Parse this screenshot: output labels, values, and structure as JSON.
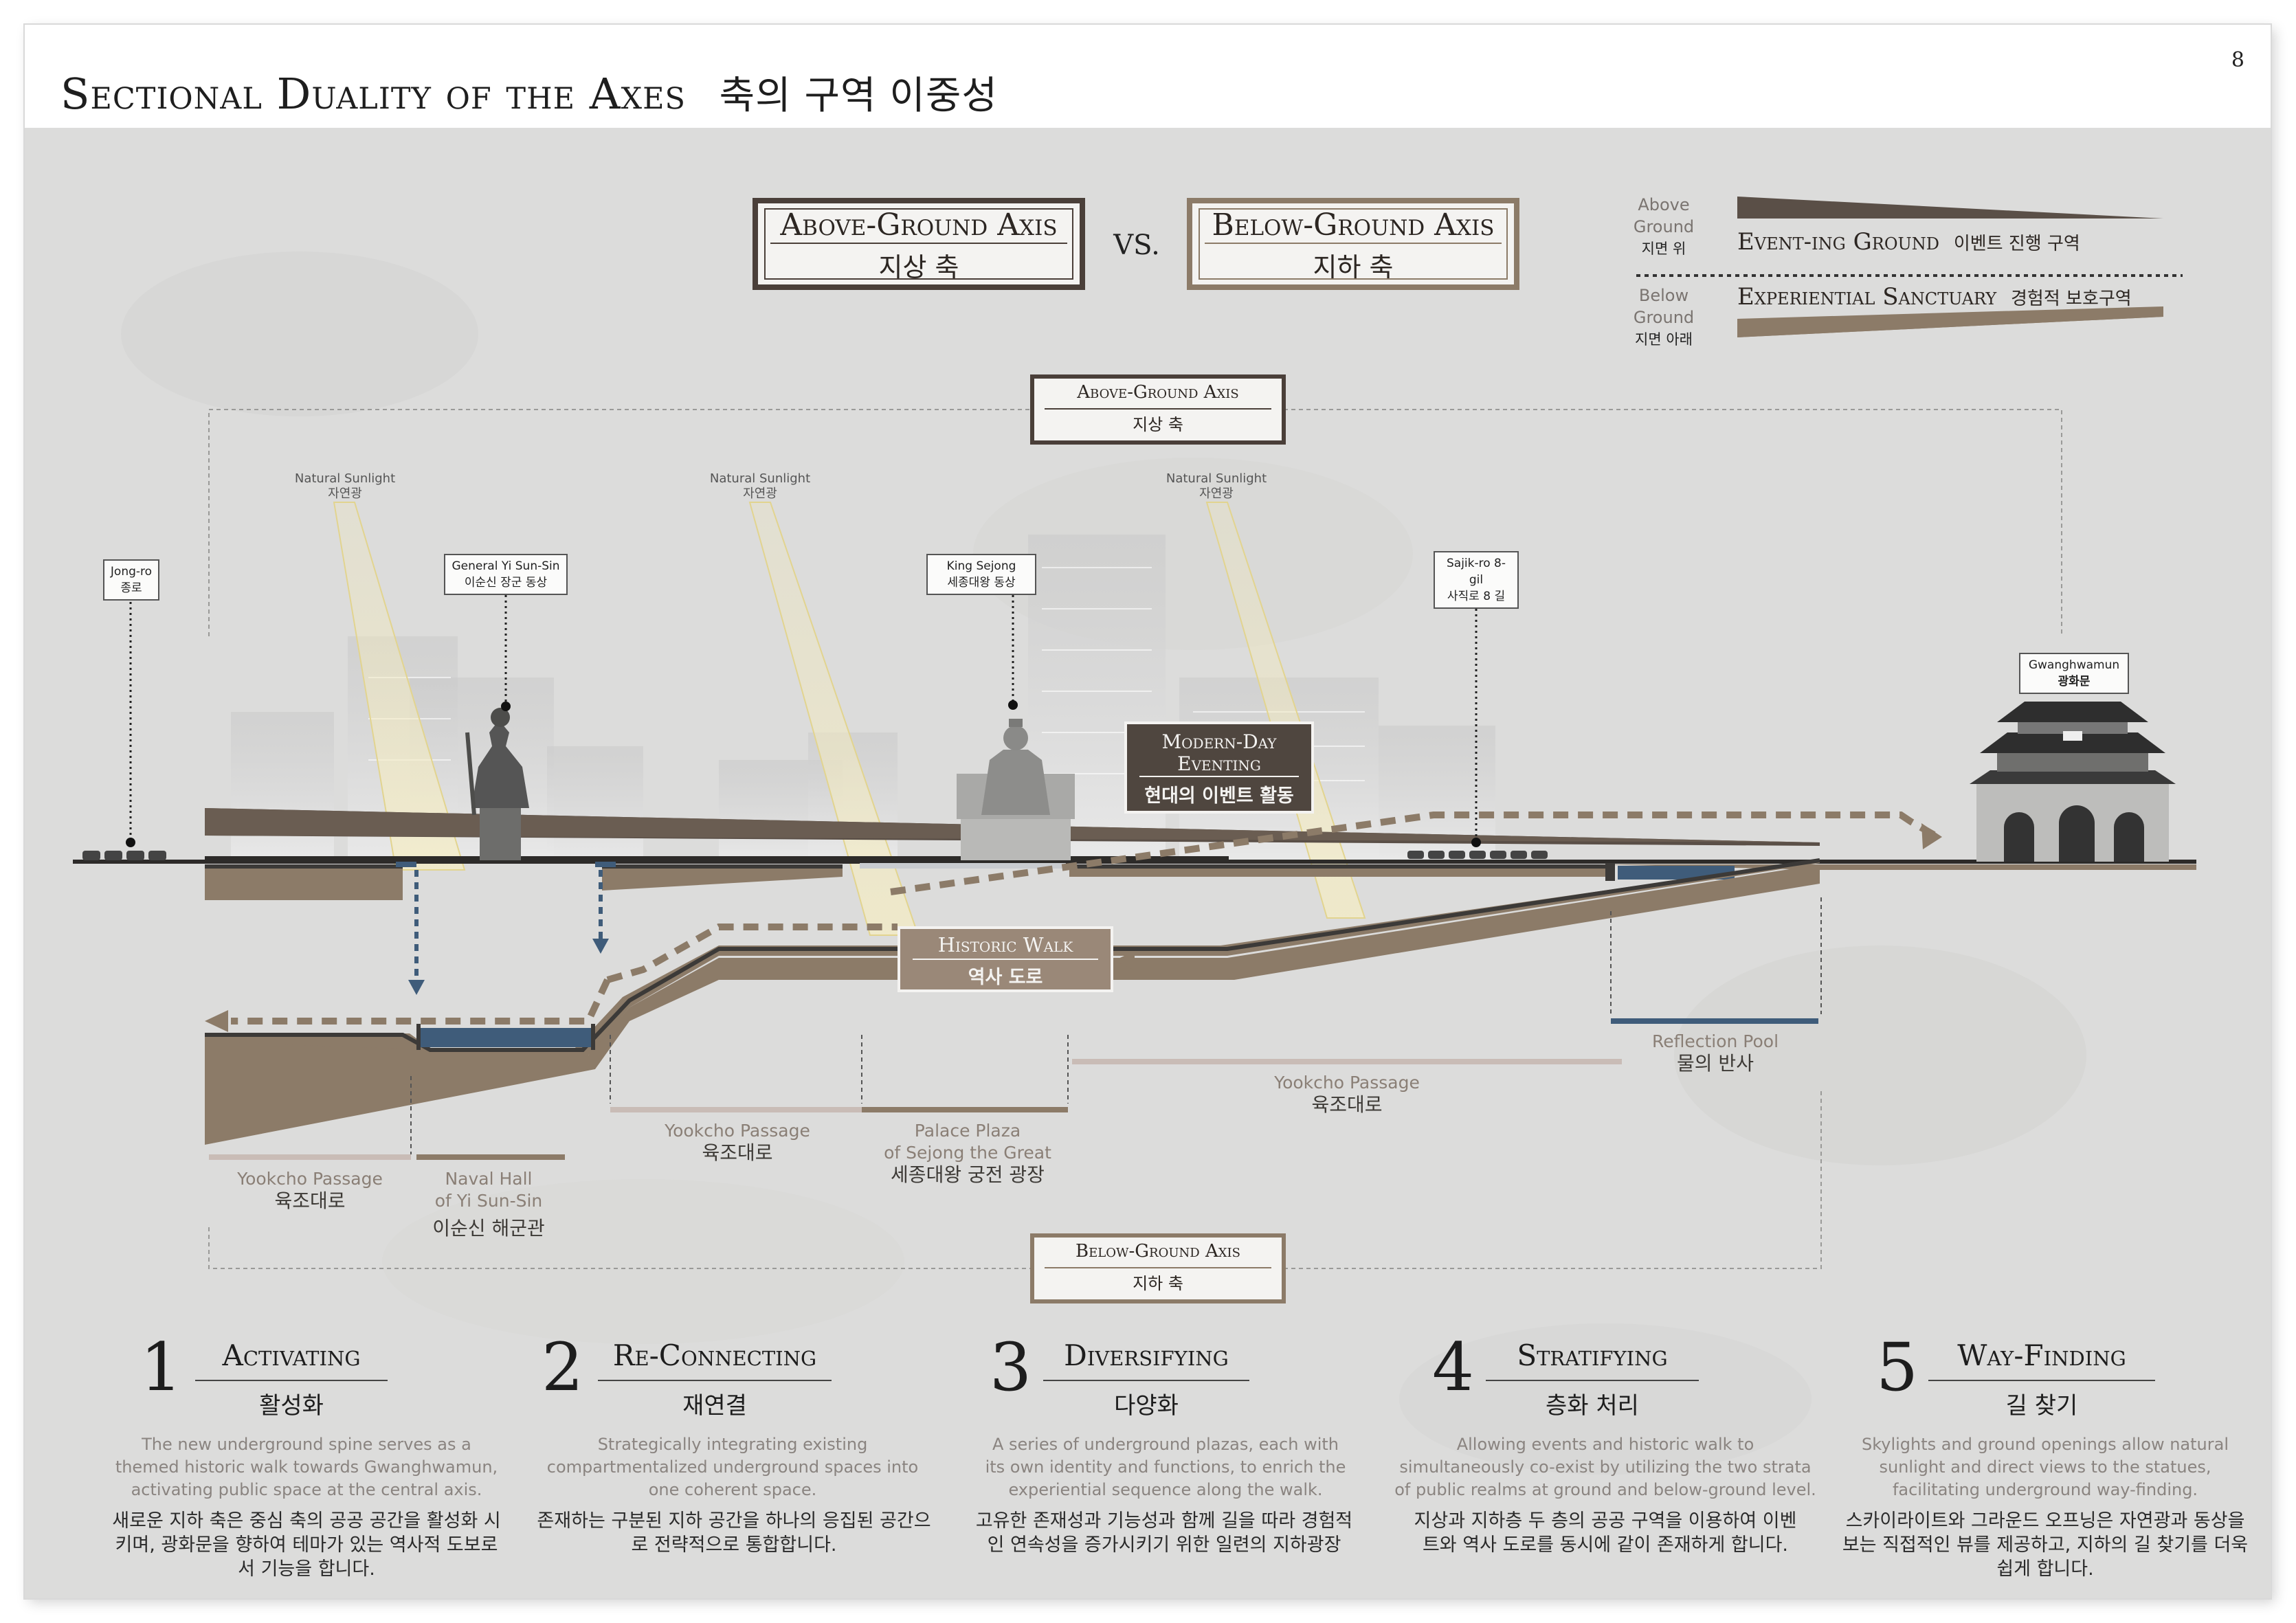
{
  "page": {
    "title": "Sectional Duality of the Axes",
    "title_ko": "축의 구역 이중성",
    "number": "8"
  },
  "header": {
    "above": {
      "en": "Above-Ground Axis",
      "ko": "지상 축"
    },
    "vs": "VS.",
    "below": {
      "en": "Below-Ground Axis",
      "ko": "지하 축"
    }
  },
  "legend": {
    "above_label": [
      "Above",
      "Ground",
      "지면 위"
    ],
    "above_text": "Event-ing Ground",
    "above_text_ko": "이벤트 진행 구역",
    "below_label": [
      "Below",
      "Ground",
      "지면 아래"
    ],
    "below_text": "Experiential Sanctuary",
    "below_text_ko": "경험적 보호구역"
  },
  "section": {
    "above_axis": {
      "en": "Above-Ground Axis",
      "ko": "지상 축"
    },
    "below_axis": {
      "en": "Below-Ground Axis",
      "ko": "지하 축"
    },
    "sunlight": [
      {
        "en": "Natural Sunlight",
        "ko": "자연광"
      },
      {
        "en": "Natural Sunlight",
        "ko": "자연광"
      },
      {
        "en": "Natural Sunlight",
        "ko": "자연광"
      }
    ],
    "places": {
      "jongro": {
        "en": "Jong-ro",
        "ko": "종로"
      },
      "yisunsin": {
        "en": "General Yi Sun-Sin",
        "ko": "이순신 장군 동상"
      },
      "sejong": {
        "en": "King Sejong",
        "ko": "세종대왕 동상"
      },
      "sajik": {
        "en": "Sajik-ro 8-gil",
        "ko": "사직로 8 길"
      },
      "gwanghwamun": {
        "en": "Gwanghwamun",
        "ko": "광화문"
      }
    },
    "modern_day": {
      "line1": "Modern-Day",
      "line2": "Eventing",
      "ko": "현대의 이벤트 활동"
    },
    "historic_walk": {
      "en": "Historic Walk",
      "ko": "역사 도로"
    },
    "zones": {
      "yookcho1": {
        "en": "Yookcho Passage",
        "ko": "육조대로"
      },
      "naval": {
        "en1": "Naval Hall",
        "en2": "of Yi Sun-Sin",
        "ko": "이순신 해군관"
      },
      "yookcho2": {
        "en": "Yookcho Passage",
        "ko": "육조대로"
      },
      "palace": {
        "en1": "Palace Plaza",
        "en2": "of Sejong the Great",
        "ko": "세종대왕 궁전 광장"
      },
      "yookcho3": {
        "en": "Yookcho Passage",
        "ko": "육조대로"
      },
      "reflection": {
        "en": "Reflection Pool",
        "ko": "물의 반사"
      }
    }
  },
  "principles": [
    {
      "num": "1",
      "title": "Activating",
      "ko": "활성화",
      "en_text": "The new underground spine serves as a themed historic walk towards Gwanghwamun, activating public space at the central axis.",
      "ko_text": "새로운 지하 축은 중심 축의 공공 공간을 활성화 시키며, 광화문을 향하여 테마가 있는 역사적 도보로서 기능을 합니다."
    },
    {
      "num": "2",
      "title": "Re-Connecting",
      "ko": "재연결",
      "en_text": "Strategically integrating existing compartmentalized underground spaces into one coherent space.",
      "ko_text": "존재하는 구분된 지하 공간을 하나의 응집된 공간으로 전략적으로 통합합니다."
    },
    {
      "num": "3",
      "title": "Diversifying",
      "ko": "다양화",
      "en_text": "A series of underground plazas, each with its own identity and functions, to enrich the experiential sequence along the walk.",
      "ko_text": "고유한 존재성과 기능성과 함께 길을 따라 경험적인 연속성을 증가시키기 위한 일련의 지하광장"
    },
    {
      "num": "4",
      "title": "Stratifying",
      "ko": "층화 처리",
      "en_text": "Allowing events and historic walk to simultaneously co-exist by utilizing the two strata of public realms at ground and below-ground level.",
      "ko_text": "지상과 지하층 두 층의 공공 구역을 이용하여 이벤트와 역사 도로를 동시에 같이 존재하게 합니다."
    },
    {
      "num": "5",
      "title": "Way-Finding",
      "ko": "길 찾기",
      "en_text": "Skylights and ground openings allow natural sunlight and direct views to the statues, facilitating underground way-finding.",
      "ko_text": "스카이라이트와 그라운드 오프닝은 자연광과 동상을 보는 직접적인 뷰를 제공하고, 지하의 길 찾기를 더욱 쉽게 합니다."
    }
  ],
  "colors": {
    "earth": "#8c7b68",
    "earth_dark": "#5a4f47",
    "slab": "#3c3a38",
    "water": "#3f5c7a",
    "background": "#dcdcdb",
    "sunbeam": "#efe4b0"
  }
}
